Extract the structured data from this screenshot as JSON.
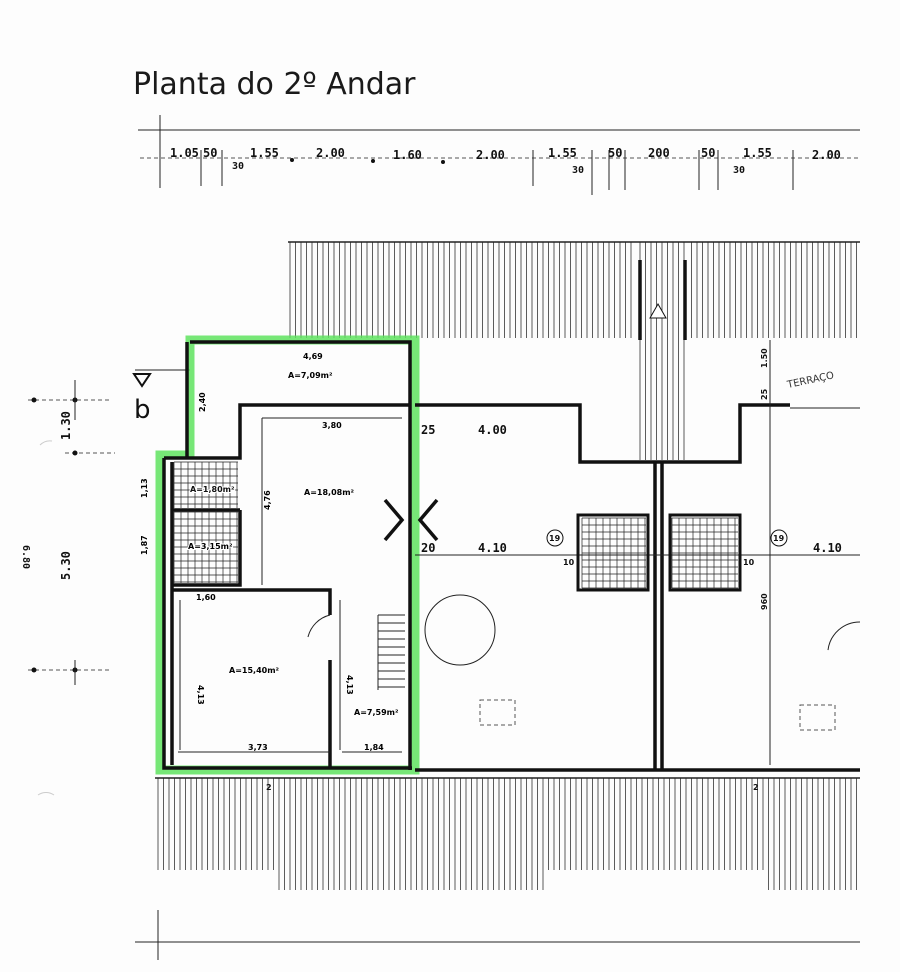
{
  "title": "Planta do 2º Andar",
  "top_dimensions": [
    "1.05",
    "50",
    "30",
    "1.55",
    "2.00",
    "1.60",
    "2.00",
    "1.55",
    "30",
    "50",
    "200",
    "50",
    "1.55",
    "30",
    "2.00"
  ],
  "left_dimensions": [
    "1.30",
    "5.30",
    "6.80"
  ],
  "section_marker": "b",
  "highlight_color": "#5fe35f",
  "rooms": {
    "top_room": {
      "area": "A=7,09m²",
      "width": "4,69",
      "height": "2,40"
    },
    "main_room": {
      "area": "A=18,08m²",
      "width": "3,80",
      "height": "4,76"
    },
    "wc1": {
      "area": "A=1,80m²",
      "height": "1,13"
    },
    "wc2": {
      "area": "A=3,15m²",
      "height": "1,87"
    },
    "hall": {
      "width": "1,60"
    },
    "bedroom": {
      "area": "A=15,40m²",
      "width": "3,73",
      "height": "4,13"
    },
    "stair_room": {
      "area": "A=7,59m²",
      "width": "1,84",
      "height": "4,13"
    }
  },
  "neighbour_labels": {
    "d25": "25",
    "d400": "4.00",
    "d20": "20",
    "d410a": "4.10",
    "d410b": "4.10",
    "circle19a": "19",
    "circle19b": "19",
    "d10a": "10",
    "d10b": "10",
    "d150": "1.50",
    "d25b": "25",
    "d960": "960",
    "terrace": "TERRAÇO",
    "d2a": "2",
    "d2b": "2"
  }
}
